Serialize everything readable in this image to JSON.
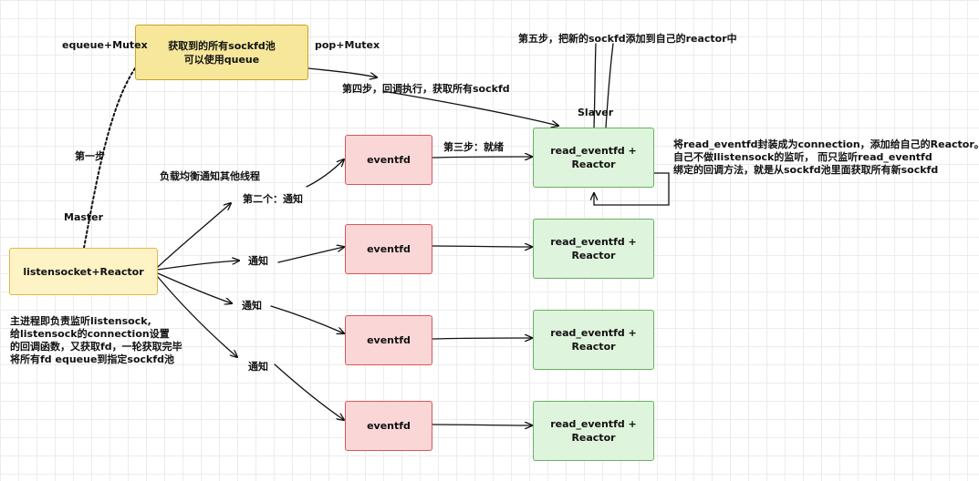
{
  "pool_box": {
    "line1": "获取到的所有sockfd池",
    "line2": "可以使用queue"
  },
  "master_box": {
    "label": "listensocket+Reactor"
  },
  "eventfd_boxes": [
    "eventfd",
    "eventfd",
    "eventfd",
    "eventfd"
  ],
  "slave_boxes": [
    {
      "line1": "read_eventfd +",
      "line2": "Reactor"
    },
    {
      "line1": "read_eventfd +",
      "line2": "Reactor"
    },
    {
      "line1": "read_eventfd +",
      "line2": "Reactor"
    },
    {
      "line1": "read_eventfd +",
      "line2": "Reactor"
    }
  ],
  "labels": {
    "equeue_mutex": "equeue+Mutex",
    "pop_mutex": "pop+Mutex",
    "step1": "第一步",
    "master": "Master",
    "step4": "第四步，回调执行，获取所有sockfd",
    "step5": "第五步，把新的sockfd添加到自己的reactor中",
    "slaver": "Slaver",
    "step3": "第三步：就绪",
    "load_balance": "负载均衡通知其他线程",
    "step2": "第二个：通知",
    "notify1": "通知",
    "notify2": "通知",
    "notify3": "通知"
  },
  "master_note": [
    "主进程即负责监听listensock,",
    "给listensock的connection设置",
    "的回调函数，又获取fd，一轮获取完毕",
    "将所有fd equeue到指定sockfd池"
  ],
  "slave_note": [
    "将read_eventfd封装成为connection，添加给自己的Reactor。",
    "自己不做llistensock的监听， 而只监听read_eventfd",
    "绑定的回调方法，就是从sockfd池里面获取所有新sockfd"
  ],
  "colors": {
    "pool_fill": "#f6e79a",
    "pool_stroke": "#c9a227",
    "master_fill": "#fdf3c5",
    "master_stroke": "#e2b84c",
    "eventfd_fill": "#fbd6d6",
    "eventfd_stroke": "#d65757",
    "slave_fill": "#dff4dc",
    "slave_stroke": "#66b15f",
    "line": "#111111"
  }
}
